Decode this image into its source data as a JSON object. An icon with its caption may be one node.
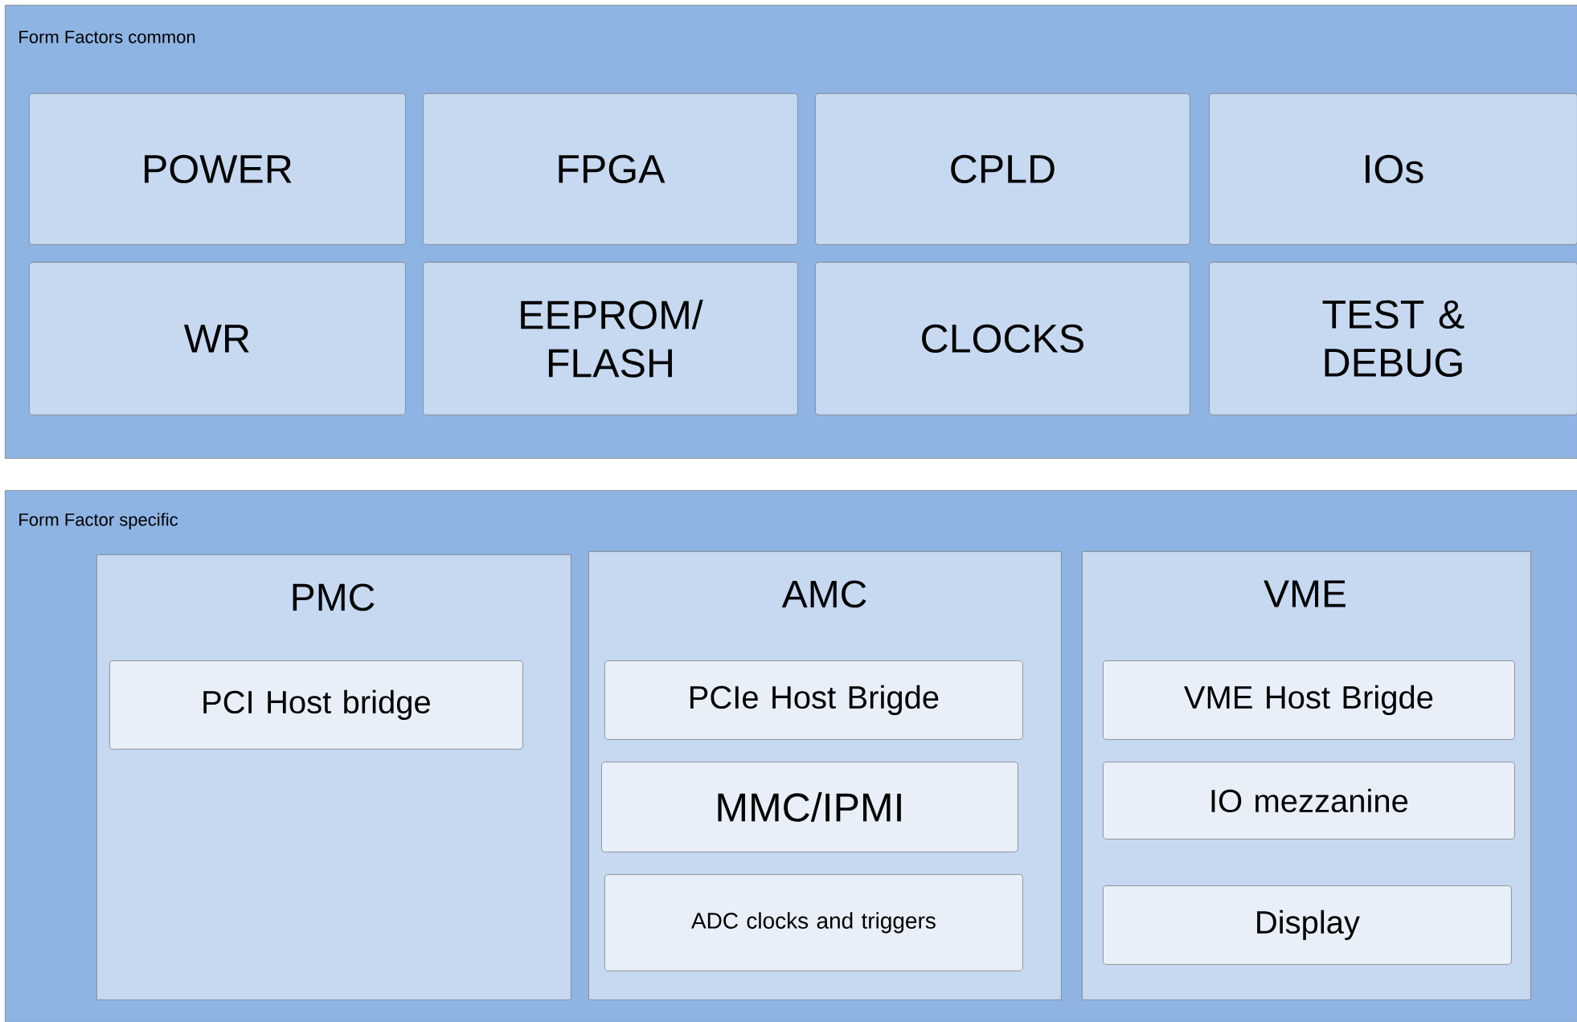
{
  "diagram": {
    "nodes": [
      {
        "text": [
          "Form Factors common"
        ]
      },
      {
        "text": [
          "POWER"
        ],
        "in": 0
      },
      {
        "text": [
          "FPGA"
        ],
        "in": 0
      },
      {
        "text": [
          "CPLD"
        ],
        "in": 0
      },
      {
        "text": [
          "IOs"
        ],
        "in": 0
      },
      {
        "text": [
          "WR"
        ],
        "in": 0
      },
      {
        "text": [
          "EEPROM/ FLASH"
        ],
        "in": 0
      },
      {
        "text": [
          "CLOCKS"
        ],
        "in": 0
      },
      {
        "text": [
          "TEST & DEBUG"
        ],
        "in": 0
      },
      {
        "text": [
          "Form Factor specific"
        ]
      },
      {
        "text": [
          "PMC"
        ],
        "in": 9
      },
      {
        "text": [
          "PCI Host bridge"
        ],
        "in": 10
      },
      {
        "text": [
          "AMC"
        ],
        "in": 9
      },
      {
        "text": [
          "PCIe Host Brigde"
        ],
        "in": 12
      },
      {
        "text": [
          "MMC/IPMI"
        ],
        "in": 12
      },
      {
        "text": [
          "ADC clocks and triggers"
        ],
        "in": 12
      },
      {
        "text": [
          "VME"
        ],
        "in": 9
      },
      {
        "text": [
          "VME Host Brigde"
        ],
        "in": 16
      },
      {
        "text": [
          "IO mezzanine"
        ],
        "in": 16
      },
      {
        "text": [
          "Display"
        ],
        "in": 16
      }
    ],
    "edges": []
  }
}
